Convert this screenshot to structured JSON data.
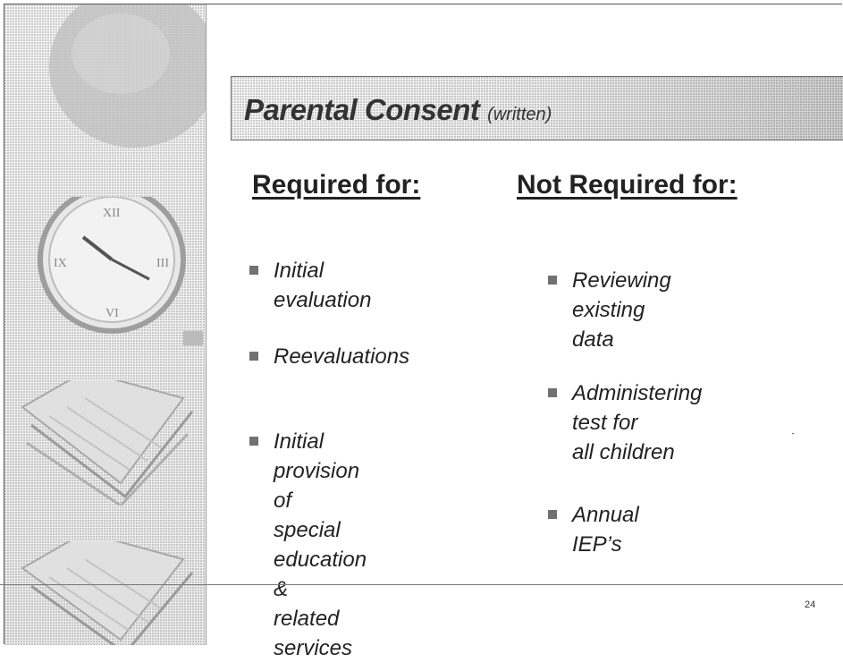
{
  "slide": {
    "title": "Parental Consent",
    "title_sub": "(written)",
    "page_number": "24"
  },
  "required": {
    "heading": "Required for:",
    "items": [
      "Initial evaluation",
      "Reevaluations",
      "Initial provision of\nspecial education &\nrelated services"
    ]
  },
  "not_required": {
    "heading": "Not Required for:",
    "items": [
      "Reviewing existing\ndata",
      "Administering test for\nall children",
      "Annual IEP’s"
    ]
  },
  "decorations": [
    "globe",
    "clock",
    "books",
    "books"
  ]
}
